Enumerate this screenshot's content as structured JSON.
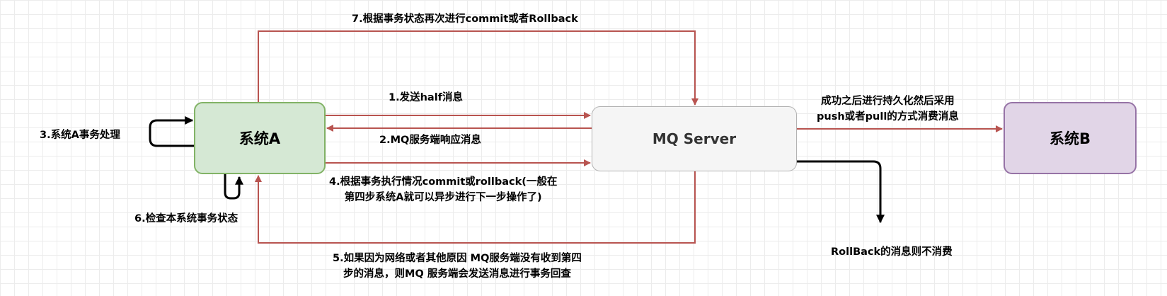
{
  "colors": {
    "arrow_red": "#b85450",
    "arrow_black": "#000000",
    "node_a_fill": "#d5e8d4",
    "node_a_border": "#82b366",
    "node_mq_fill": "#f5f5f5",
    "node_mq_border": "#b3b3b3",
    "node_b_fill": "#e1d5e7",
    "node_b_border": "#9673a6",
    "grid": "#ececec"
  },
  "nodes": {
    "system_a": "系统A",
    "mq_server": "MQ Server",
    "system_b": "系统B"
  },
  "edges": {
    "step1": "1.发送half消息",
    "step2": "2.MQ服务端响应消息",
    "step3": "3.系统A事务处理",
    "step4": "4.根据事务执行情况commit或rollback(一般在\n第四步系统A就可以异步进行下一步操作了)",
    "step5": "5.如果因为网络或者其他原因 MQ服务端没有收到第四\n步的消息，则MQ 服务端会发送消息进行事务回查",
    "step6": "6.检查本系统事务状态",
    "step7": "7.根据事务状态再次进行commit或者Rollback",
    "consume": "成功之后进行持久化然后采用\npush或者pull的方式消费消息",
    "rollback": "RollBack的消息则不消费"
  }
}
